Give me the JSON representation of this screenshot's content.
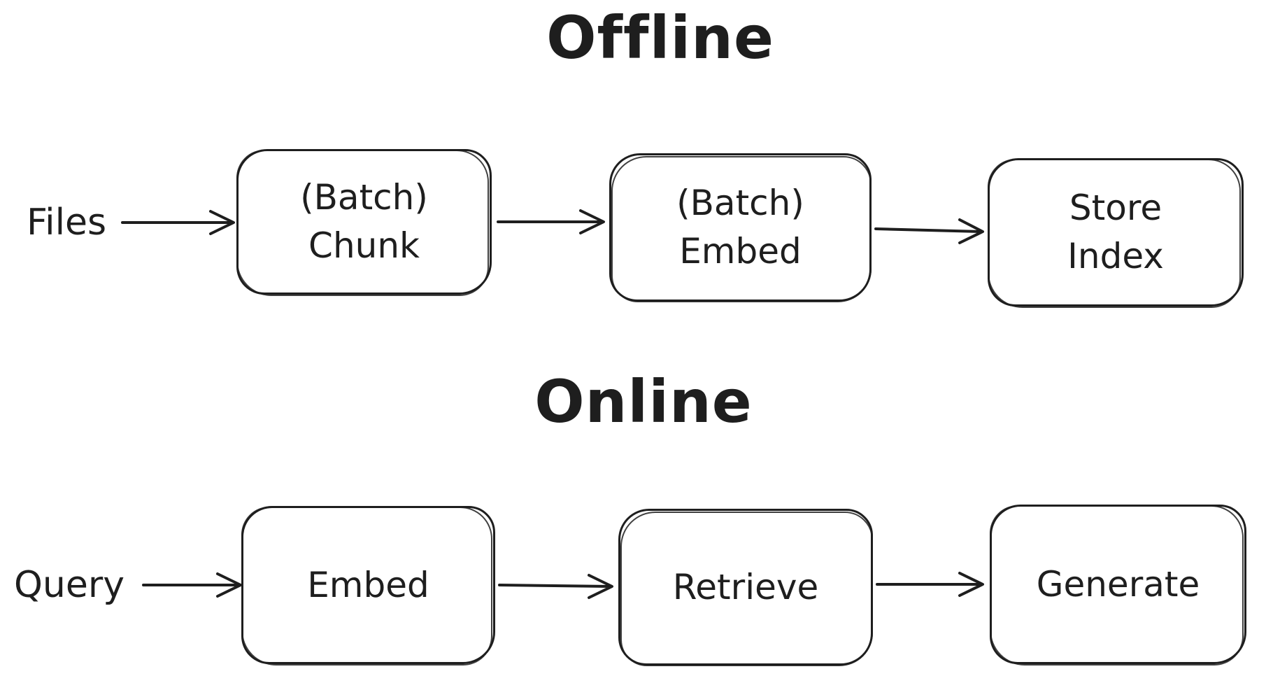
{
  "style": {
    "ink": "#1e1e1e",
    "background": "#ffffff"
  },
  "offline": {
    "title": "Offline",
    "source": "Files",
    "nodes": [
      {
        "line1": "(Batch)",
        "line2": "Chunk"
      },
      {
        "line1": "(Batch)",
        "line2": "Embed"
      },
      {
        "line1": "Store",
        "line2": "Index"
      }
    ],
    "edges": [
      {
        "from": "Files",
        "to": "(Batch) Chunk"
      },
      {
        "from": "(Batch) Chunk",
        "to": "(Batch) Embed"
      },
      {
        "from": "(Batch) Embed",
        "to": "Store Index"
      }
    ]
  },
  "online": {
    "title": "Online",
    "source": "Query",
    "nodes": [
      {
        "line1": "Embed"
      },
      {
        "line1": "Retrieve"
      },
      {
        "line1": "Generate"
      }
    ],
    "edges": [
      {
        "from": "Query",
        "to": "Embed"
      },
      {
        "from": "Embed",
        "to": "Retrieve"
      },
      {
        "from": "Retrieve",
        "to": "Generate"
      }
    ]
  }
}
